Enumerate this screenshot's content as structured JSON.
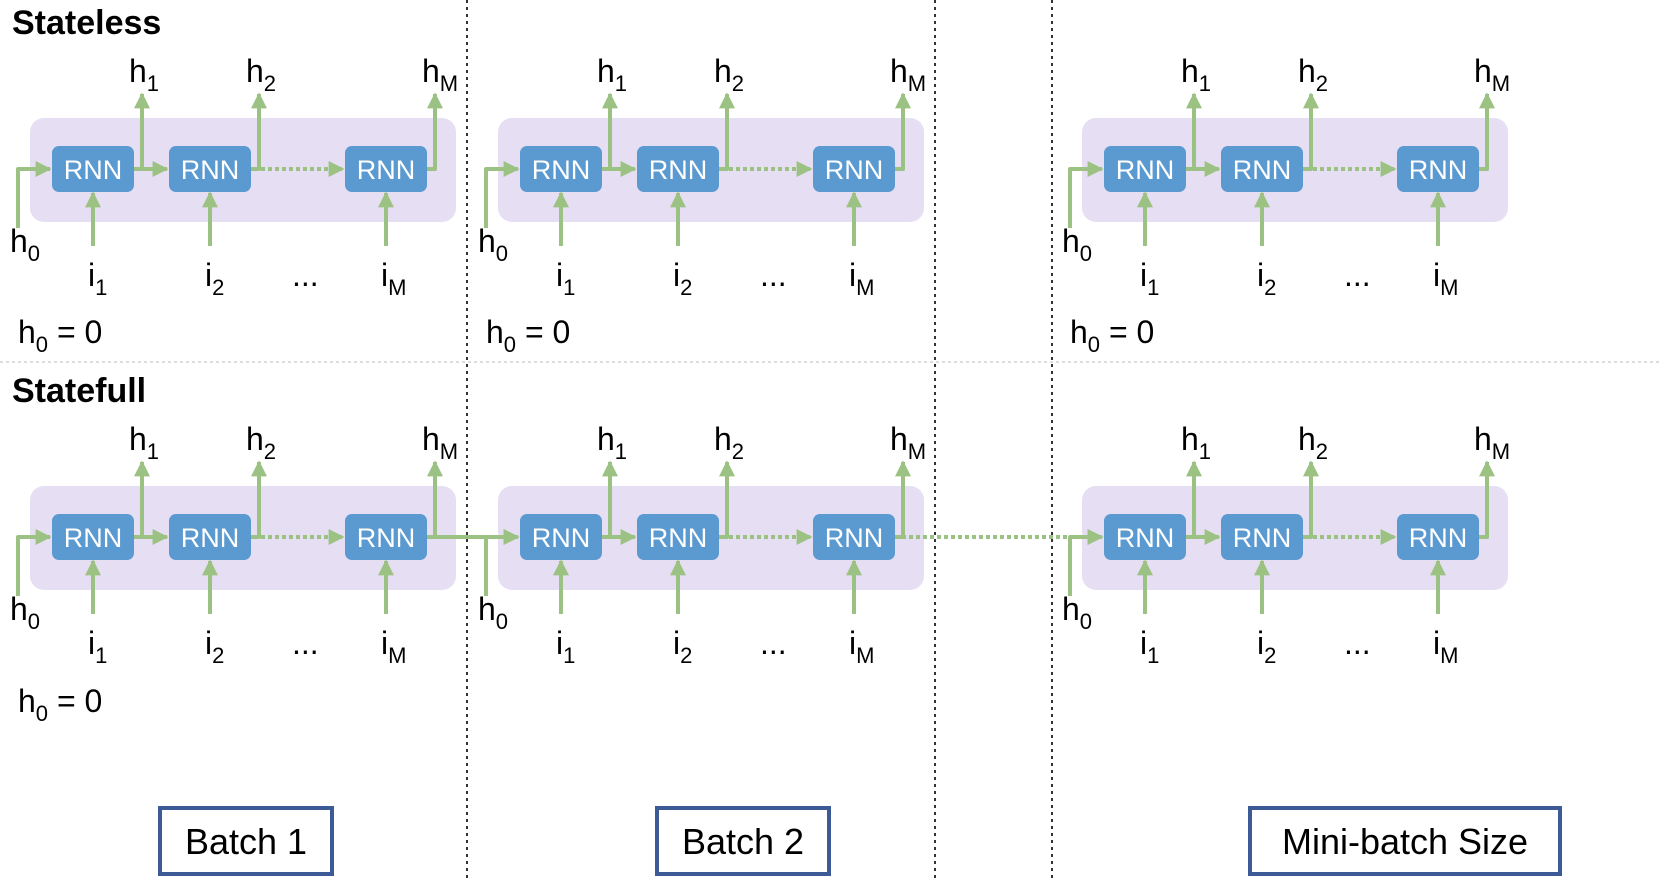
{
  "sections": [
    {
      "title": "Stateless",
      "mode": "stateless",
      "h0_init": {
        "base": "h",
        "sub": "0",
        "rest": " = 0"
      }
    },
    {
      "title": "Statefull",
      "mode": "statefull",
      "h0_init": {
        "base": "h",
        "sub": "0",
        "rest": " = 0"
      }
    }
  ],
  "cell_label": "RNN",
  "labels": {
    "h0": {
      "base": "h",
      "sub": "0"
    },
    "outputs": [
      {
        "base": "h",
        "sub": "1"
      },
      {
        "base": "h",
        "sub": "2"
      },
      {
        "base": "h",
        "sub": "M"
      }
    ],
    "inputs": [
      {
        "base": "i",
        "sub": "1"
      },
      {
        "base": "i",
        "sub": "2"
      },
      {
        "base": "i",
        "sub": "M"
      }
    ],
    "ellipsis": "..."
  },
  "batches": [
    {
      "label": "Batch 1"
    },
    {
      "label": "Batch 2"
    },
    {
      "label": "Mini-batch Size"
    }
  ],
  "colors": {
    "cell_fill": "#5b9ad0",
    "group_fill": "#e6def3",
    "arrow": "#9cc283",
    "box_border": "#3c5a95",
    "divider": "#333333",
    "separator": "#bbbbbb"
  }
}
